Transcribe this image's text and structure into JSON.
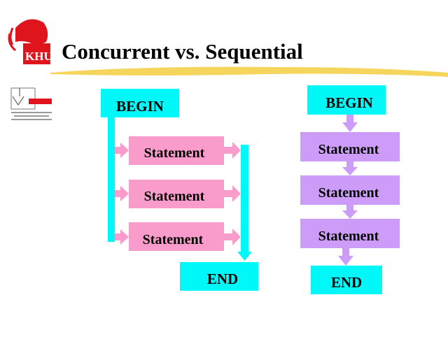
{
  "slide": {
    "title": "Concurrent vs. Sequential",
    "logo_text": "KHU",
    "colors": {
      "cyan": "#00f8f8",
      "pink": "#f99ccb",
      "purple": "#cc9cf8",
      "logo_red": "#e0141c",
      "brush": "#f5d04a"
    }
  },
  "concurrent": {
    "begin": "BEGIN",
    "statements": [
      "Statement",
      "Statement",
      "Statement"
    ],
    "end": "END"
  },
  "sequential": {
    "begin": "BEGIN",
    "statements": [
      "Statement",
      "Statement",
      "Statement"
    ],
    "end": "END"
  }
}
